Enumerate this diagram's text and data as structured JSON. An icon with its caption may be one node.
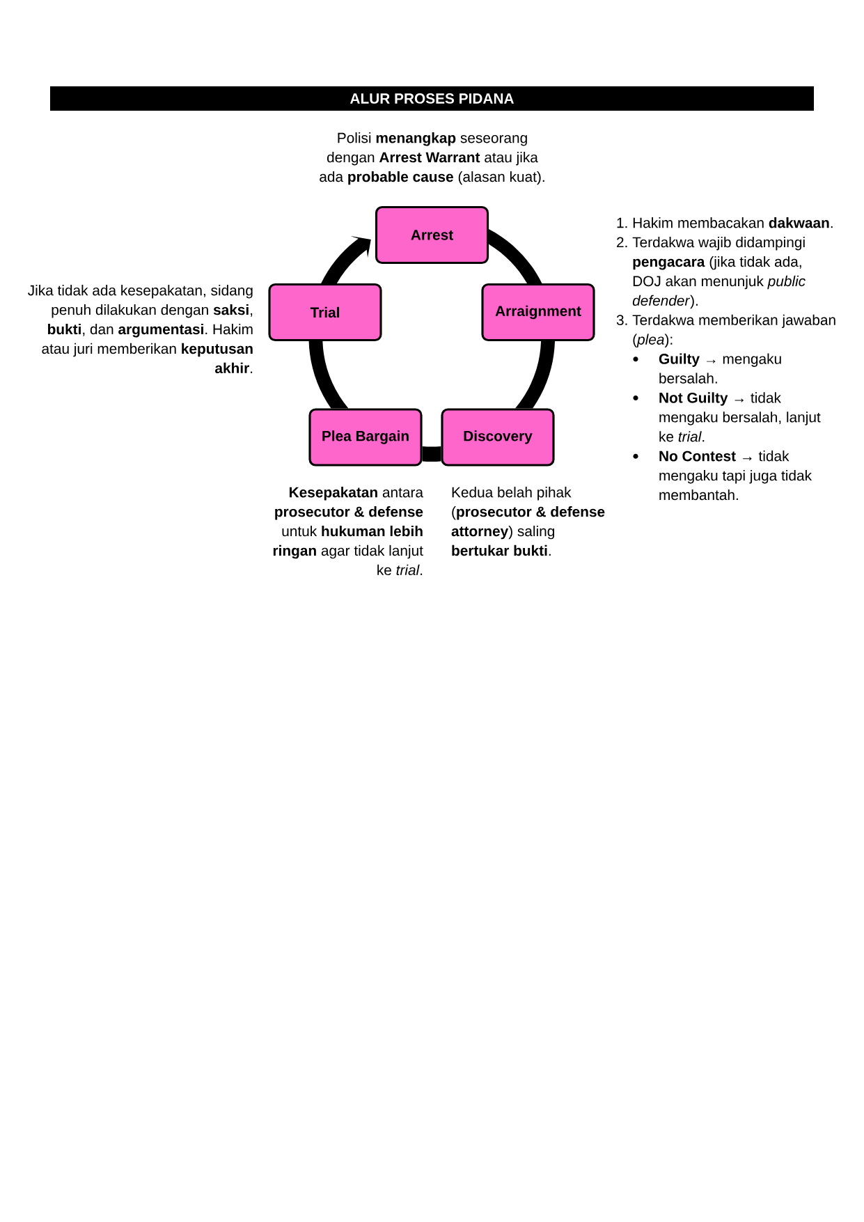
{
  "diagram": {
    "title": "ALUR PROSES PIDANA",
    "nodes": [
      {
        "text": [
          "Arrest"
        ],
        "beside": [
          "Polisi **menangkap** seseorang dengan **Arrest Warrant** atau jika ada **probable cause** (alasan kuat)."
        ]
      },
      {
        "text": [
          "Trial"
        ],
        "beside": [
          "Jika tidak ada kesepakatan, sidang penuh dilakukan dengan **saksi**, **bukti**, dan **argumentasi**. Hakim atau juri memberikan **keputusan akhir**."
        ]
      },
      {
        "text": [
          "Arraignment"
        ],
        "beside": [
          "1. Hakim membacakan **dakwaan**.",
          "2. Terdakwa wajib didampingi **pengacara** (jika tidak ada, DOJ akan menunjuk *public defender*).",
          "3. Terdakwa memberikan jawaban (*plea*):",
          "**Guilty** → mengaku bersalah.",
          "**Not Guilty** → tidak mengaku bersalah, lanjut ke *trial*.",
          "**No Contest** → tidak mengaku tapi juga tidak membantah."
        ]
      },
      {
        "text": [
          "Plea Bargain"
        ],
        "beside": [
          "**Kesepakatan** antara **prosecutor & defense** untuk **hukuman lebih ringan** agar tidak lanjut ke *trial*."
        ]
      },
      {
        "text": [
          "Discovery"
        ],
        "beside": [
          "Kedua belah pihak (**prosecutor & defense attorney**) saling **bertukar bukti**."
        ]
      }
    ],
    "edges": [
      {
        "from": 0,
        "to": 2,
        "arrow": "none"
      },
      {
        "from": 2,
        "to": 4,
        "arrow": "none"
      },
      {
        "from": 4,
        "to": 3,
        "arrow": "none"
      },
      {
        "from": 3,
        "to": 1,
        "arrow": "none"
      },
      {
        "from": 1,
        "to": 0,
        "arrow": "to"
      }
    ]
  }
}
